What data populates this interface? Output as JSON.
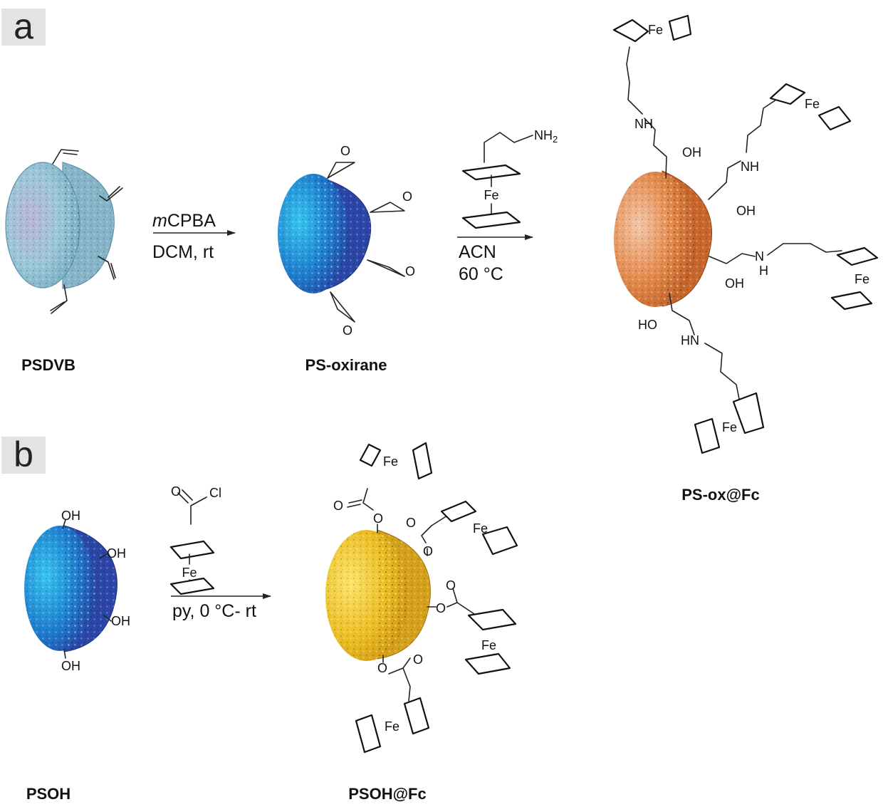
{
  "panels": {
    "a": "a",
    "b": "b"
  },
  "compounds": {
    "psdvb": "PSDVB",
    "ps_oxirane": "PS-oxirane",
    "ps_ox_fc": "PS-ox@Fc",
    "psoh": "PSOH",
    "psoh_fc": "PSOH@Fc"
  },
  "conditions": {
    "step1_reagent_italic": "m",
    "step1_reagent": "CPBA",
    "step1_solvent": "DCM, rt",
    "step2_solvent": "ACN",
    "step2_temp": "60 °C",
    "step3": "py, 0 °C- rt"
  },
  "atoms": {
    "O": "O",
    "OH": "OH",
    "HO": "HO",
    "NH": "NH",
    "HN": "HN",
    "H": "H",
    "N": "N",
    "NH2": "NH",
    "NH2_sub": "2",
    "Fe": "Fe",
    "Cl": "Cl"
  },
  "colors": {
    "psdvb_bead": "#9fc9d8",
    "blue_bead": "#2a7fd0",
    "orange_bead": "#e0854a",
    "yellow_bead": "#eab92a",
    "panel_label_bg": "#e3e3e3"
  }
}
